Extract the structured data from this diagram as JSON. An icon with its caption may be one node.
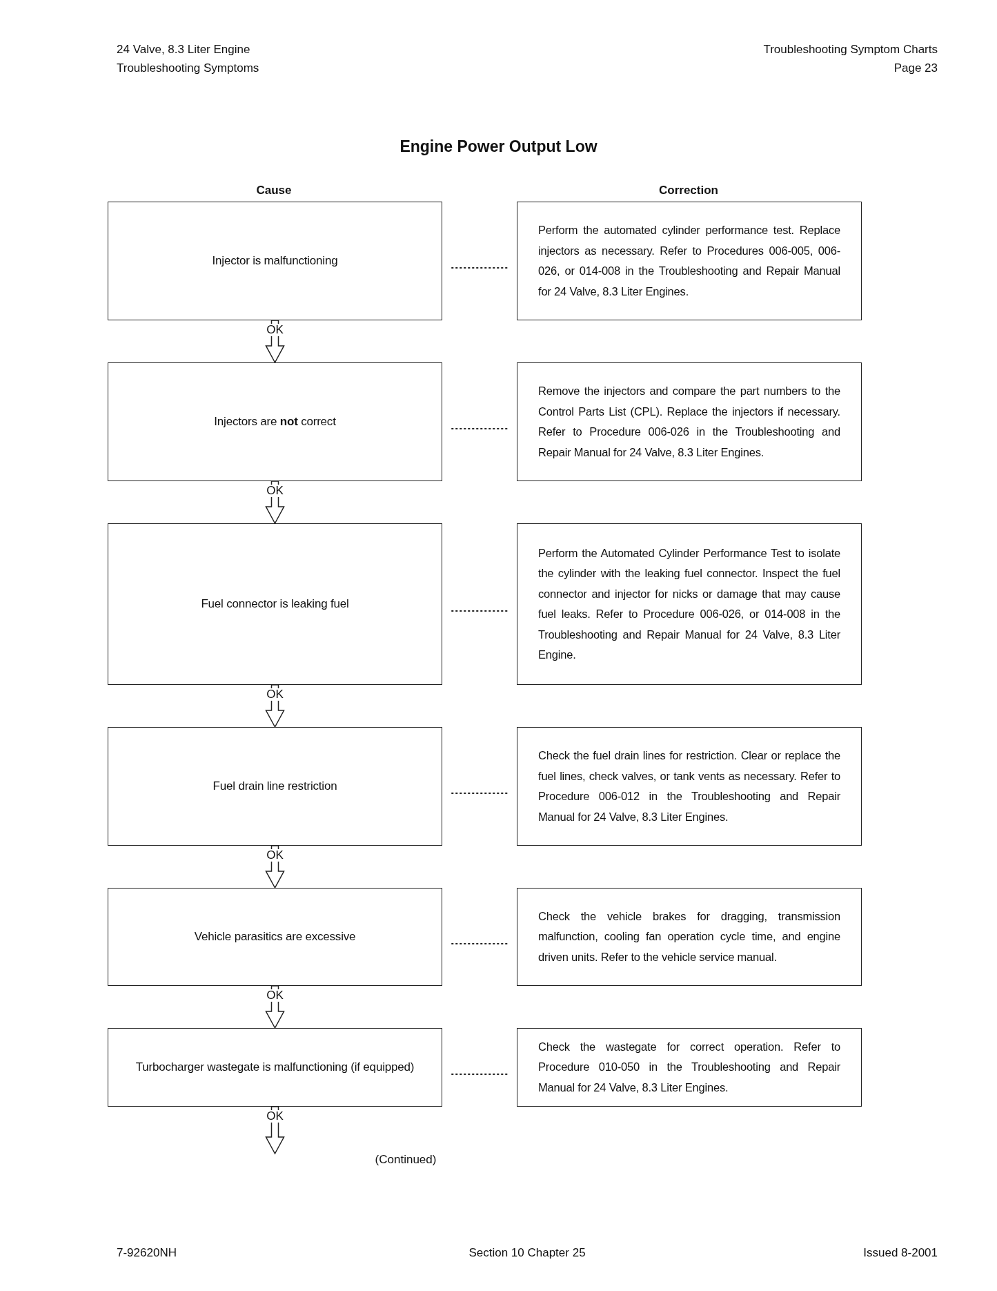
{
  "diagram": {
    "title": "Engine Power Output Low",
    "nodes": [
      {
        "text": [
          "Injector is malfunctioning"
        ]
      },
      {
        "text": [
          "Perform the automated cylinder performance test. Replace injectors as necessary. Refer to Procedures 006-005, 006-026, or 014-008 in the Troubleshooting and Repair Manual for 24 Valve, 8.3 Liter Engines."
        ]
      },
      {
        "text": [
          "Injectors are **not** correct"
        ]
      },
      {
        "text": [
          "Remove the injectors and compare the part numbers to the Control Parts List (CPL). Replace the injectors if necessary. Refer to Procedure 006-026 in the Troubleshooting and Repair Manual for 24 Valve, 8.3 Liter Engines."
        ]
      },
      {
        "text": [
          "Fuel connector is leaking fuel"
        ]
      },
      {
        "text": [
          "Perform the Automated Cylinder Performance Test to isolate the cylinder with the leaking fuel connector. Inspect the fuel connector and injector for nicks or damage that may cause fuel leaks. Refer to Procedure 006-026, or 014-008 in the Troubleshooting and Repair Manual for 24 Valve, 8.3 Liter Engine."
        ]
      },
      {
        "text": [
          "Fuel drain line restriction"
        ]
      },
      {
        "text": [
          "Check the fuel drain lines for restriction. Clear or replace the fuel lines, check valves, or tank vents as necessary. Refer to Procedure 006-012 in the Troubleshooting and Repair Manual for 24 Valve, 8.3 Liter Engines."
        ]
      },
      {
        "text": [
          "Vehicle parasitics are excessive"
        ]
      },
      {
        "text": [
          "Check the vehicle brakes for dragging, transmission malfunction, cooling fan operation cycle time, and engine driven units. Refer to the vehicle service manual."
        ]
      },
      {
        "text": [
          "Turbocharger wastegate is malfunctioning (if equipped)"
        ]
      },
      {
        "text": [
          "Check the wastegate for correct operation. Refer to Procedure 010-050 in the Troubleshooting and Repair Manual for 24 Valve, 8.3 Liter Engines."
        ]
      }
    ],
    "edges": [
      {
        "from": 0,
        "to": 1,
        "arrow": "none",
        "style": "dashed"
      },
      {
        "from": 0,
        "to": 2,
        "arrow": "to",
        "label": "OK"
      },
      {
        "from": 2,
        "to": 3,
        "arrow": "none",
        "style": "dashed"
      },
      {
        "from": 2,
        "to": 4,
        "arrow": "to",
        "label": "OK"
      },
      {
        "from": 4,
        "to": 5,
        "arrow": "none",
        "style": "dashed"
      },
      {
        "from": 4,
        "to": 6,
        "arrow": "to",
        "label": "OK"
      },
      {
        "from": 6,
        "to": 7,
        "arrow": "none",
        "style": "dashed"
      },
      {
        "from": 6,
        "to": 8,
        "arrow": "to",
        "label": "OK"
      },
      {
        "from": 8,
        "to": 9,
        "arrow": "none",
        "style": "dashed"
      },
      {
        "from": 8,
        "to": 10,
        "arrow": "to",
        "label": "OK"
      },
      {
        "from": 10,
        "to": 11,
        "arrow": "none",
        "style": "dashed"
      },
      {
        "from": 10,
        "to": null,
        "arrow": "to",
        "label": "OK"
      }
    ],
    "labels": [
      "24 Valve, 8.3 Liter Engine",
      "Troubleshooting Symptoms",
      "Troubleshooting Symptom Charts",
      "Page 23",
      "Cause",
      "Correction",
      "(Continued)",
      "7-92620NH",
      "Section 10 Chapter 25",
      "Issued 8-2001"
    ]
  }
}
